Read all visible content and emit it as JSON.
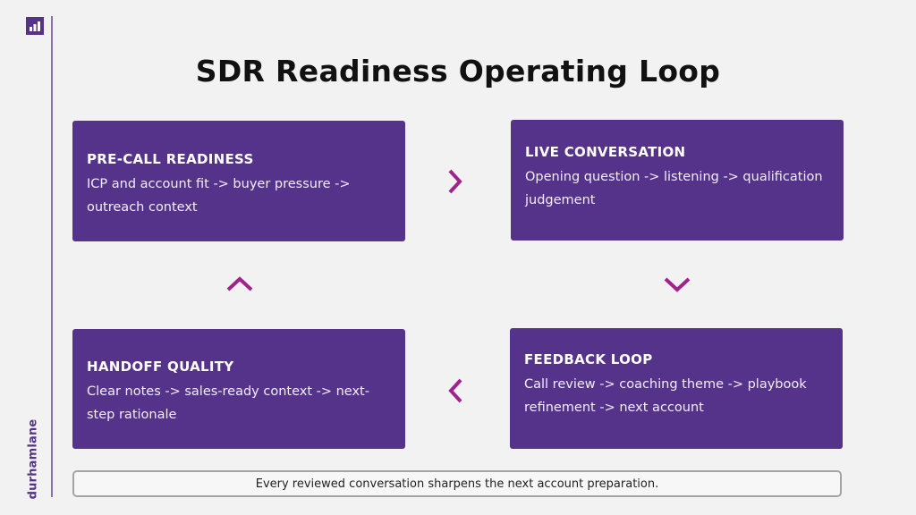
{
  "slide": {
    "title": "SDR Readiness Operating Loop",
    "brand_name": "durhamlane",
    "logo_icon": "bar-chart-logo-icon",
    "cards": {
      "pre_call": {
        "title": "PRE-CALL READINESS",
        "body": "ICP and account fit -> buyer pressure -> outreach context"
      },
      "live_conversation": {
        "title": "LIVE CONVERSATION",
        "body": "Opening question -> listening -> qualification judgement"
      },
      "feedback_loop": {
        "title": "FEEDBACK LOOP",
        "body": "Call review -> coaching theme -> playbook refinement -> next account"
      },
      "handoff_quality": {
        "title": "HANDOFF QUALITY",
        "body": "Clear notes -> sales-ready context -> next-step rationale"
      }
    },
    "arrows": [
      "chevron-right-icon",
      "chevron-down-icon",
      "chevron-left-icon",
      "chevron-up-icon"
    ],
    "footer": "Every reviewed conversation sharpens the next account preparation.",
    "colors": {
      "background": "#f3f2f2",
      "card": "#55338a",
      "arrow": "#a0238c",
      "side_line": "#8b6fb5",
      "footer_border": "#a4a4a4"
    }
  }
}
